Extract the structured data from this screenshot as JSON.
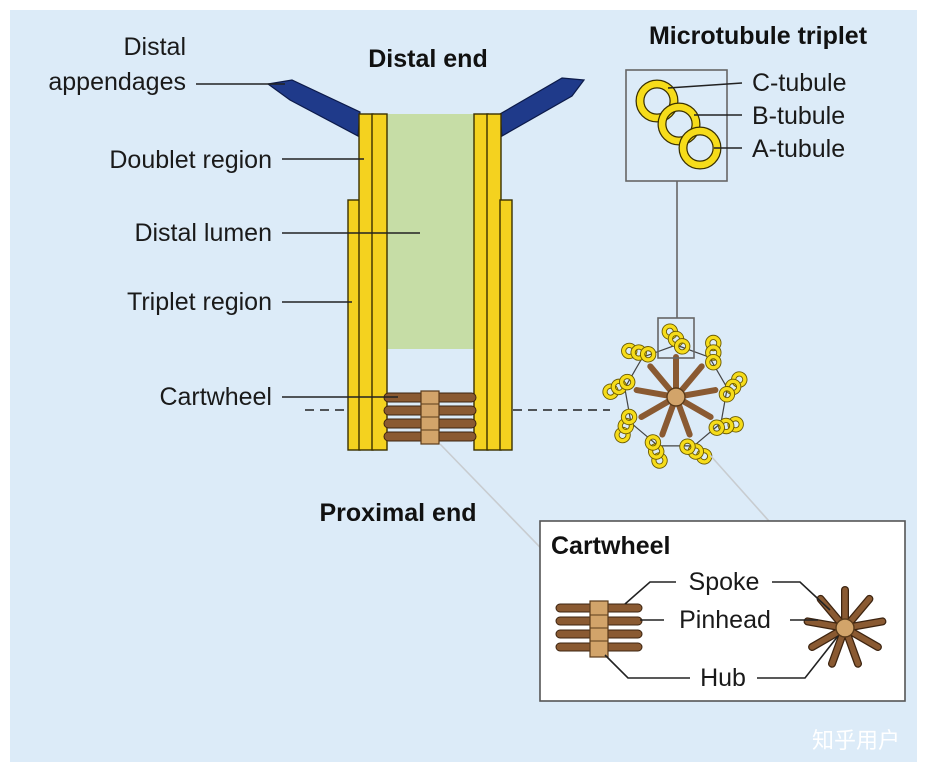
{
  "colors": {
    "background": "#dcebf8",
    "wall_yellow": "#f4d21f",
    "wall_outline": "#3a3000",
    "appendage_blue": "#1f3a8a",
    "lumen_green": "#c6dda6",
    "spoke_brown": "#8a5a32",
    "hub_tan": "#d2a46a",
    "tubule_yellow": "#f6dc1a"
  },
  "labels": {
    "distal_appendages": [
      "Distal",
      "appendages"
    ],
    "distal_end": "Distal end",
    "doublet_region": "Doublet region",
    "distal_lumen": "Distal lumen",
    "triplet_region": "Triplet region",
    "cartwheel": "Cartwheel",
    "proximal_end": "Proximal end",
    "microtubule_triplet": "Microtubule triplet",
    "c_tubule": "C-tubule",
    "b_tubule": "B-tubule",
    "a_tubule": "A-tubule",
    "inset_title": "Cartwheel",
    "spoke": "Spoke",
    "pinhead": "Pinhead",
    "hub": "Hub"
  },
  "icons": {
    "centriole": "centriole-longitudinal-section",
    "triplet_ring": "ninefold-microtubule-triplet-ring",
    "cartwheel_side": "cartwheel-side-view",
    "cartwheel_top": "cartwheel-top-view"
  },
  "watermark": "知乎用户"
}
